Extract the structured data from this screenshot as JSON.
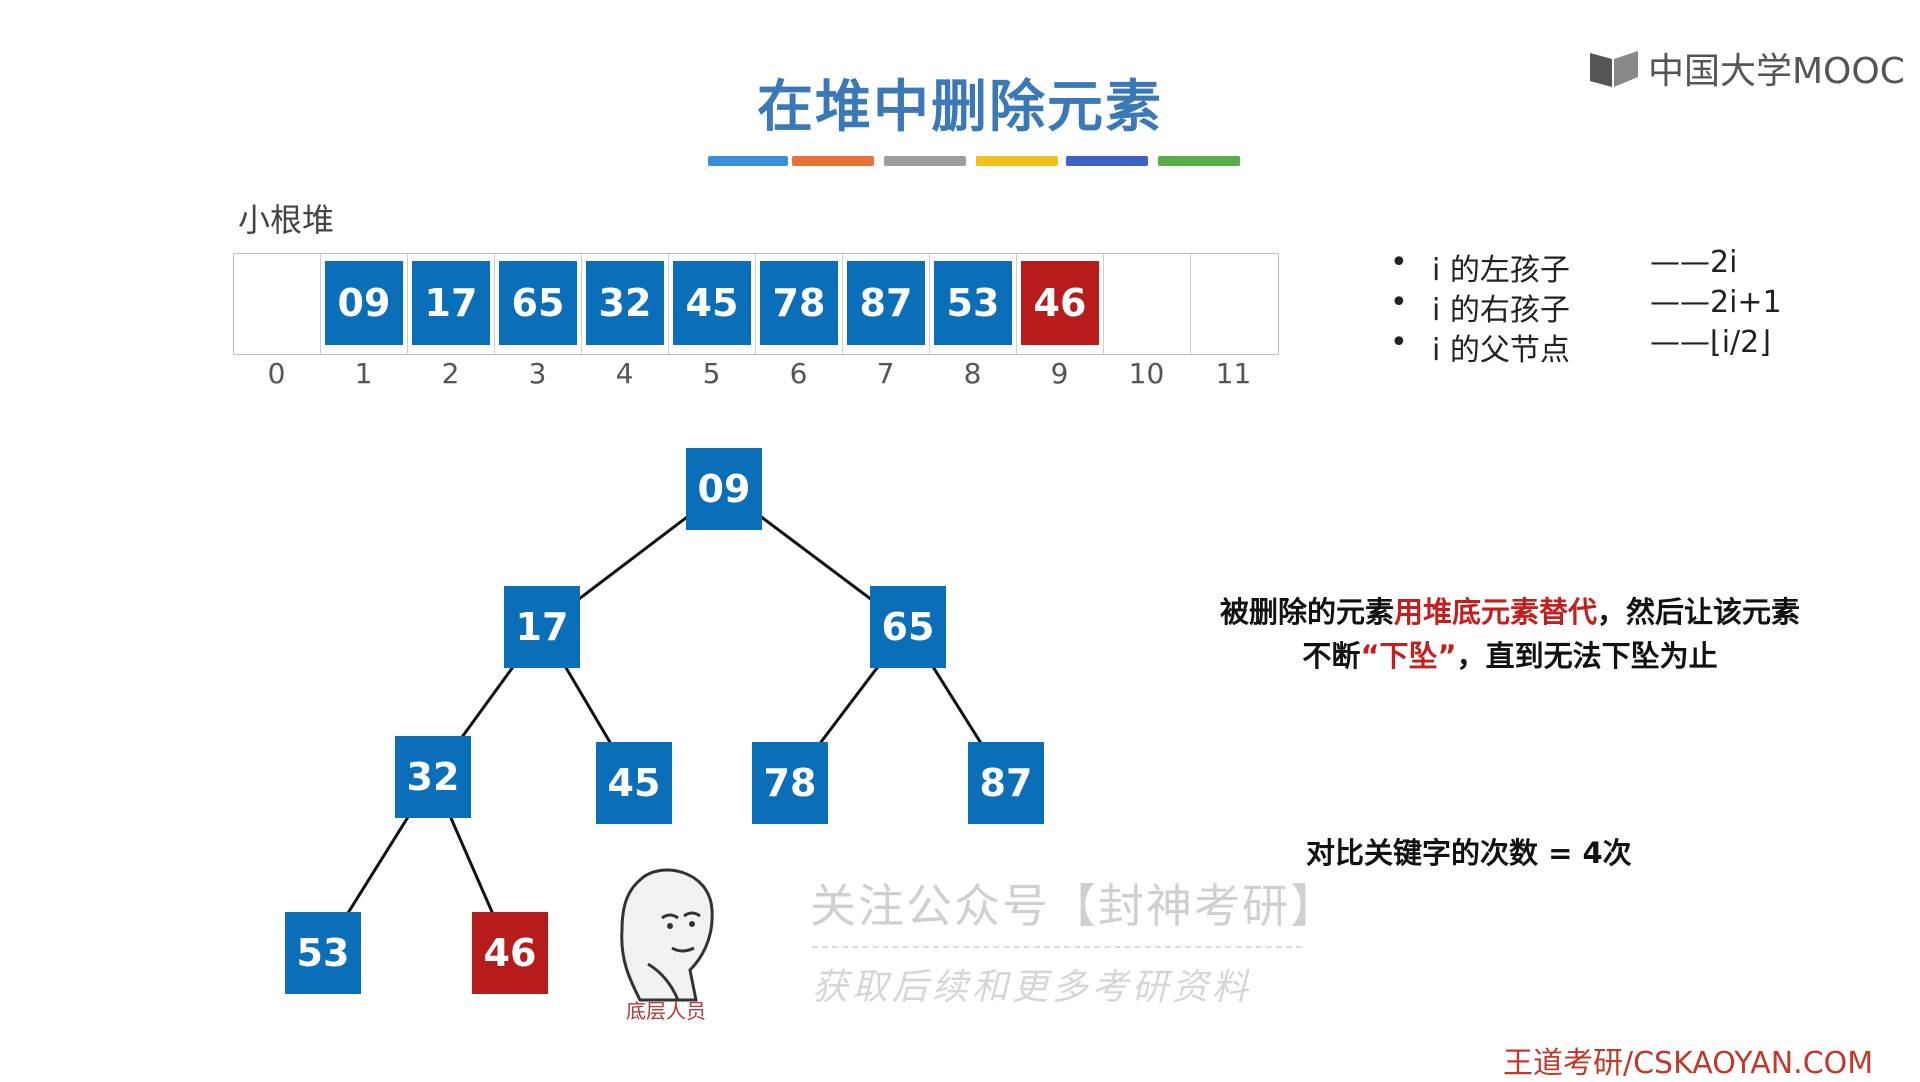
{
  "title": "在堆中删除元素",
  "brand_logo_text": "中国大学MOOC",
  "heap_label": "小根堆",
  "colors": {
    "node_blue": "#0a6fb8",
    "node_red": "#b71c1c",
    "title_blue": "#3a78b6",
    "highlight_red": "#c21f1f",
    "bar_colors": [
      "#3b8ed8",
      "#e8723a",
      "#9e9e9e",
      "#f2c01c",
      "#3f62c4",
      "#5aab49"
    ]
  },
  "array": {
    "cells": [
      {
        "index": "0",
        "value": "",
        "color": "none"
      },
      {
        "index": "1",
        "value": "09",
        "color": "blue"
      },
      {
        "index": "2",
        "value": "17",
        "color": "blue"
      },
      {
        "index": "3",
        "value": "65",
        "color": "blue"
      },
      {
        "index": "4",
        "value": "32",
        "color": "blue"
      },
      {
        "index": "5",
        "value": "45",
        "color": "blue"
      },
      {
        "index": "6",
        "value": "78",
        "color": "blue"
      },
      {
        "index": "7",
        "value": "87",
        "color": "blue"
      },
      {
        "index": "8",
        "value": "53",
        "color": "blue"
      },
      {
        "index": "9",
        "value": "46",
        "color": "red"
      },
      {
        "index": "10",
        "value": "",
        "color": "none"
      },
      {
        "index": "11",
        "value": "",
        "color": "none"
      }
    ]
  },
  "formulas": [
    {
      "bullet": "•",
      "label": "i 的左孩子",
      "value": "——2i"
    },
    {
      "bullet": "•",
      "label": "i 的右孩子",
      "value": "——2i+1"
    },
    {
      "bullet": "•",
      "label": "i 的父节点",
      "value": "——⌊i/2⌋"
    }
  ],
  "tree": {
    "nodes": [
      {
        "id": "n1",
        "value": "09",
        "color": "blue"
      },
      {
        "id": "n2",
        "value": "17",
        "color": "blue"
      },
      {
        "id": "n3",
        "value": "65",
        "color": "blue"
      },
      {
        "id": "n4",
        "value": "32",
        "color": "blue"
      },
      {
        "id": "n5",
        "value": "45",
        "color": "blue"
      },
      {
        "id": "n6",
        "value": "78",
        "color": "blue"
      },
      {
        "id": "n7",
        "value": "87",
        "color": "blue"
      },
      {
        "id": "n8",
        "value": "53",
        "color": "blue"
      },
      {
        "id": "n9",
        "value": "46",
        "color": "red"
      }
    ],
    "edges": [
      [
        "n1",
        "n2"
      ],
      [
        "n1",
        "n3"
      ],
      [
        "n2",
        "n4"
      ],
      [
        "n2",
        "n5"
      ],
      [
        "n3",
        "n6"
      ],
      [
        "n3",
        "n7"
      ],
      [
        "n4",
        "n8"
      ],
      [
        "n4",
        "n9"
      ]
    ]
  },
  "description": {
    "part1": "被删除的元素",
    "part2_red": "用堆底元素替代",
    "part3": "，然后让该元素不断",
    "part4_red": "“下坠”",
    "part5": "，直到无法下坠为止"
  },
  "compare_text": "对比关键字的次数 = 4次",
  "meme_caption": "底层人员",
  "watermark": {
    "line1": "关注公众号【封神考研】",
    "line2": "获取后续和更多考研资料"
  },
  "footer": "王道考研/CSKAOYAN.COM"
}
